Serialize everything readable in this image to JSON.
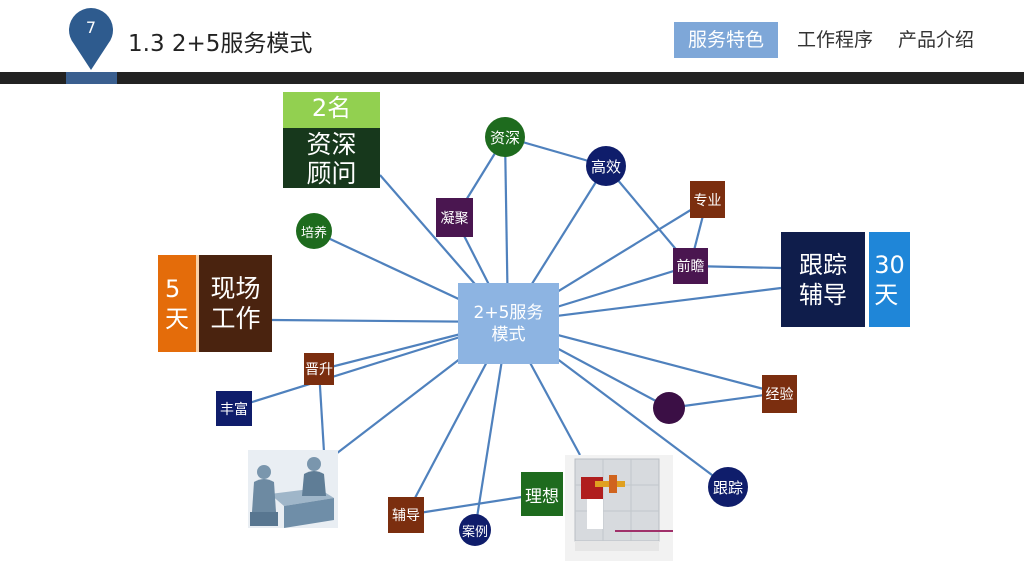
{
  "header": {
    "page_number": "7",
    "title": "1.3  2+5服务模式",
    "nav": [
      "服务特色",
      "工作程序",
      "产品介绍"
    ]
  },
  "diagram": {
    "center": [
      "2+5服务",
      "模式"
    ],
    "box_advisor": {
      "top": "2名",
      "bottom": [
        "资深",
        "顾问"
      ]
    },
    "box_onsite": {
      "left": [
        "5",
        "天"
      ],
      "right": [
        "现场",
        "工作"
      ]
    },
    "box_tracking": {
      "left": [
        "跟踪",
        "辅导"
      ],
      "right": [
        "30",
        "天"
      ]
    },
    "nodes": {
      "zishen": "资深",
      "gaoxiao": "高效",
      "peiyang": "培养",
      "ningju": "凝聚",
      "zhuanye": "专业",
      "qianzhan": "前瞻",
      "jinsheng": "晋升",
      "fengfu": "丰富",
      "jingyan": "经验",
      "genzong": "跟踪",
      "lixiang": "理想",
      "fudao": "辅导",
      "anli": "案例"
    }
  },
  "colors": {
    "accent": "#7ea7d8",
    "center": "#8db4e2",
    "link": "#4f81bd",
    "navy": "#0f1d6b",
    "green": "#1e6b1e",
    "brown": "#7b2e0f",
    "purple": "#4a1650"
  }
}
